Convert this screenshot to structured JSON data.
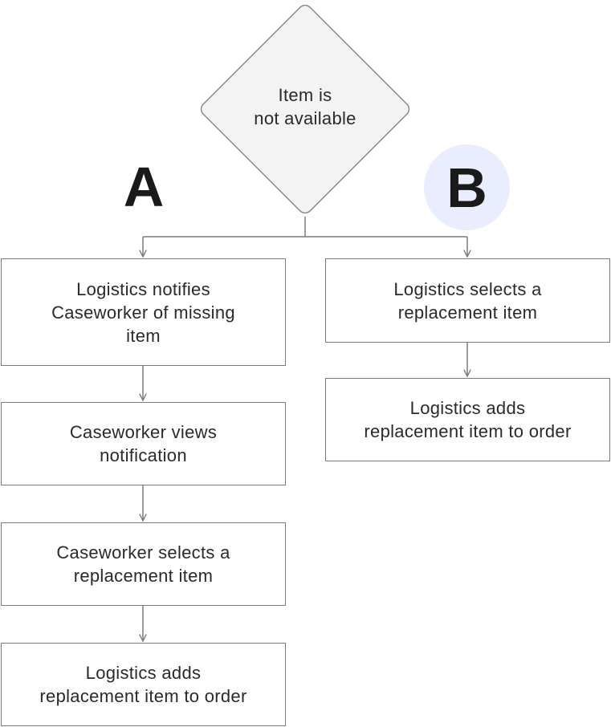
{
  "decision": {
    "label": "Item is\nnot available"
  },
  "branches": {
    "a": {
      "label": "A",
      "steps": [
        "Logistics notifies\nCaseworker of missing\nitem",
        "Caseworker views\nnotification",
        "Caseworker selects a\nreplacement item",
        "Logistics adds\nreplacement item to order"
      ]
    },
    "b": {
      "label": "B",
      "steps": [
        "Logistics selects a\nreplacement item",
        "Logistics adds\nreplacement item to order"
      ]
    }
  },
  "colors": {
    "line": "#7a7a7a",
    "box_border": "#7a7a7a",
    "decision_border": "#8a8a8a",
    "decision_fill": "#f3f3f3",
    "badge_b_fill": "#eaedfd",
    "text": "#2a2a2a"
  }
}
